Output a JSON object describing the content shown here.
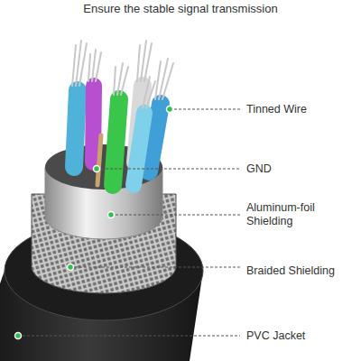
{
  "diagram": {
    "title": "Ensure the stable signal transmission",
    "labels": [
      "Tinned Wire",
      "GND",
      "Aluminum-foil Shielding",
      "Braided Shielding",
      "PVC Jacket"
    ]
  }
}
